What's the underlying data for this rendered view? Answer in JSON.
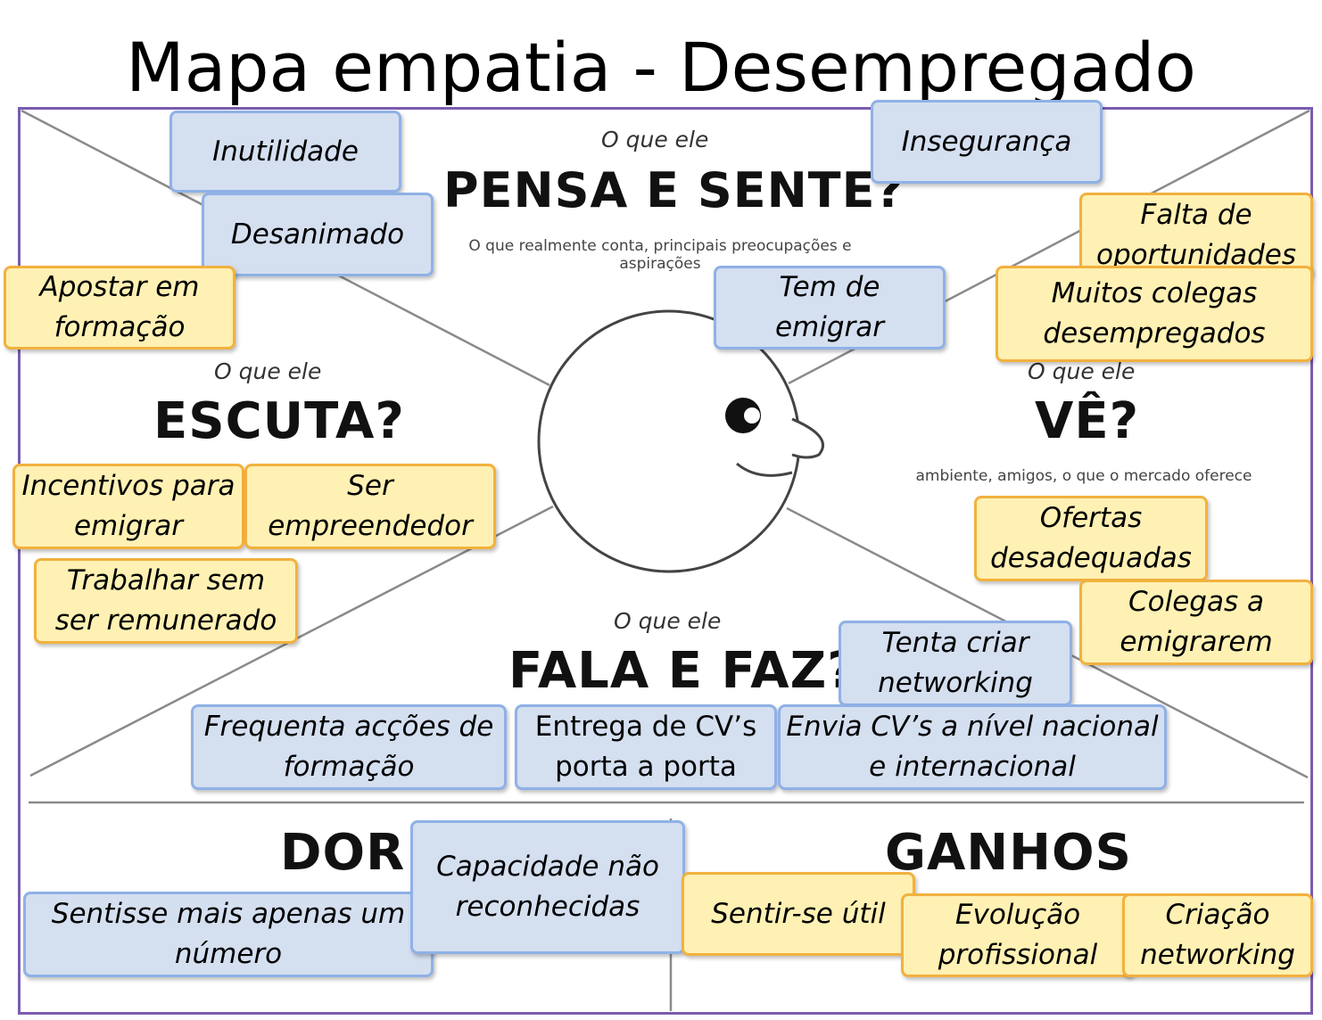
{
  "title": "Mapa empatia - Desempregado",
  "sections": {
    "pensa": {
      "prefix": "O que ele",
      "heading": "PENSA E SENTE?",
      "desc": "O que realmente conta, principais preocupações e aspirações"
    },
    "escuta": {
      "prefix": "O que ele",
      "heading": "ESCUTA?"
    },
    "ve": {
      "prefix": "O que ele",
      "heading": "VÊ?",
      "desc": "ambiente, amigos, o que o mercado oferece"
    },
    "fala": {
      "prefix": "O que ele",
      "heading": "FALA E FAZ?"
    },
    "dor": {
      "heading": "DOR"
    },
    "ganhos": {
      "heading": "GANHOS"
    }
  },
  "notes": {
    "inutilidade": {
      "text": "Inutilidade",
      "color": "blue"
    },
    "desanimado": {
      "text": "Desanimado",
      "color": "blue"
    },
    "inseguranca": {
      "text": "Insegurança",
      "color": "blue"
    },
    "falta_oportunidades": {
      "text": "Falta de oportunidades",
      "color": "yellow"
    },
    "muitos_colegas": {
      "text": "Muitos colegas desempregados",
      "color": "yellow"
    },
    "tem_de_emigrar": {
      "text": "Tem de emigrar",
      "color": "blue"
    },
    "apostar_formacao": {
      "text": "Apostar em formação",
      "color": "yellow"
    },
    "incentivos": {
      "text": "Incentivos para emigrar",
      "color": "yellow"
    },
    "ser_empreendedor": {
      "text": "Ser empreendedor",
      "color": "yellow"
    },
    "trabalhar_sem": {
      "text": "Trabalhar sem ser remunerado",
      "color": "yellow"
    },
    "ofertas": {
      "text": "Ofertas desadequadas",
      "color": "yellow"
    },
    "colegas_emigrarem": {
      "text": "Colegas a emigrarem",
      "color": "yellow"
    },
    "networking": {
      "text": "Tenta criar networking",
      "color": "blue"
    },
    "frequenta": {
      "text": "Frequenta acções de formação",
      "color": "blue"
    },
    "entrega_cv": {
      "text": "Entrega de CV’s porta a porta",
      "color": "blue"
    },
    "envia_cv": {
      "text": "Envia CV’s a nível nacional e internacional",
      "color": "blue"
    },
    "sentisse": {
      "text": "Sentisse mais apenas um número",
      "color": "blue"
    },
    "capacidade": {
      "text": "Capacidade não reconhecidas",
      "color": "blue"
    },
    "sentir_util": {
      "text": "Sentir-se útil",
      "color": "yellow"
    },
    "evolucao": {
      "text": "Evolução profissional",
      "color": "yellow"
    },
    "criacao": {
      "text": "Criação networking",
      "color": "yellow"
    }
  }
}
